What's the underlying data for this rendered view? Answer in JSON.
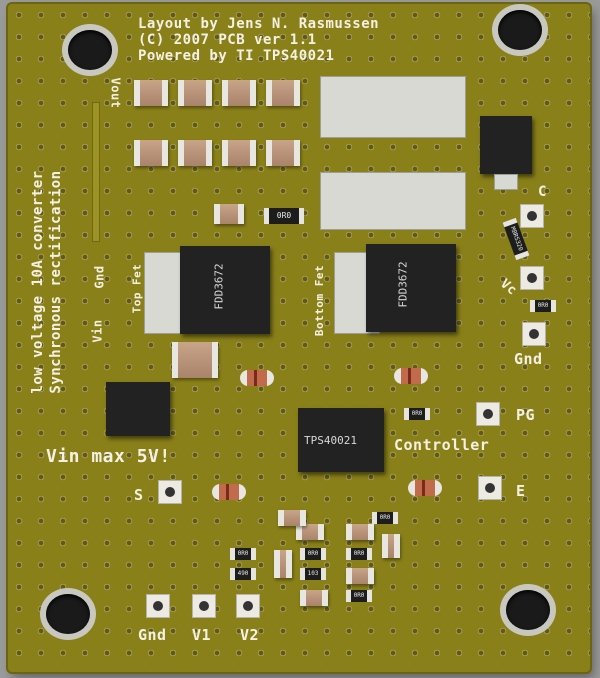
{
  "silkscreen": {
    "credit1": "Layout by Jens N. Rasmussen",
    "credit2": "(C) 2007 PCB ver 1.1",
    "credit3": "Powered by TI TPS40021",
    "side1": "low voltage 10A converter",
    "side2": "Synchronous rectification",
    "vout": "Vout",
    "gnd_left": "Gnd",
    "vin_left": "Vin",
    "vin_max": "Vin max 5V!",
    "top_fet": "Top Fet",
    "bottom_fet": "Bottom Fet",
    "controller": "Controller",
    "label_c": "C",
    "label_pg": "PG",
    "label_gnd_right": "Gnd",
    "label_s": "S",
    "label_e": "E",
    "label_gnd_bottom": "Gnd",
    "label_v1": "V1",
    "label_v2": "V2",
    "label_vc": "Vc"
  },
  "parts": {
    "mosfet_top": "FDD3672",
    "mosfet_bottom": "FDD3672",
    "controller_ic": "TPS40021",
    "diode_part": "MBRS320",
    "r_0r0": "0R0",
    "r_490": "490",
    "r_103": "103"
  },
  "colors": {
    "board": "#8a8019",
    "silkscreen": "#f4f1e4",
    "pad": "#d9d9d4",
    "chip": "#222222"
  }
}
